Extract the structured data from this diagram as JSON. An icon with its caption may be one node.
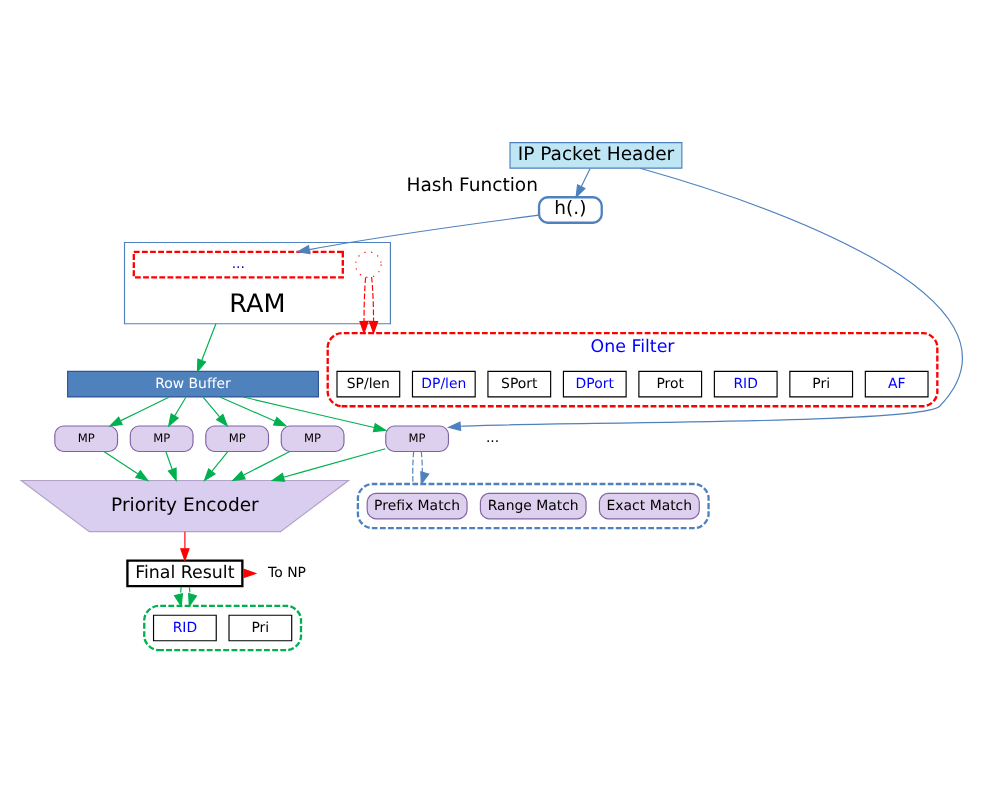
{
  "diagram": {
    "nodes": [
      {
        "text": [
          "IP Packet Header"
        ]
      },
      {
        "text": [
          "h(.)"
        ],
        "beside": [
          "Hash Function"
        ]
      },
      {
        "text": [
          "RAM"
        ]
      },
      {
        "text": [
          "..."
        ],
        "in": 2
      },
      {
        "text": [],
        "shape": "circle",
        "in": 2
      },
      {
        "text": [
          "One Filter"
        ]
      },
      {
        "text": [
          "SP/len"
        ],
        "in": 5
      },
      {
        "text": [
          "DP/len"
        ],
        "in": 5
      },
      {
        "text": [
          "SPort"
        ],
        "in": 5
      },
      {
        "text": [
          "DPort"
        ],
        "in": 5
      },
      {
        "text": [
          "Prot"
        ],
        "in": 5
      },
      {
        "text": [
          "RID"
        ],
        "in": 5
      },
      {
        "text": [
          "Pri"
        ],
        "in": 5
      },
      {
        "text": [
          "AF"
        ],
        "in": 5
      },
      {
        "text": [
          "Row Buffer"
        ]
      },
      {
        "text": [
          "MP"
        ]
      },
      {
        "text": [
          "MP"
        ]
      },
      {
        "text": [
          "MP"
        ]
      },
      {
        "text": [
          "MP"
        ]
      },
      {
        "text": [
          "MP"
        ]
      },
      {
        "text": [
          "Priority Encoder"
        ]
      },
      {
        "text": [
          "Final Result"
        ]
      },
      {
        "text": [
          "To NP"
        ]
      },
      {
        "text": [],
        "shape": "box"
      },
      {
        "text": [
          "Prefix Match"
        ],
        "in": 23
      },
      {
        "text": [
          "Range Match"
        ],
        "in": 23
      },
      {
        "text": [
          "Exact Match"
        ],
        "in": 23
      },
      {
        "text": [],
        "shape": "box"
      },
      {
        "text": [
          "RID"
        ],
        "in": 27
      },
      {
        "text": [
          "Pri"
        ],
        "in": 27
      }
    ],
    "edges": [
      {
        "from": 0,
        "to": 1,
        "arrow": "to",
        "color": "#4f81bd"
      },
      {
        "from": 1,
        "to": 3,
        "arrow": "to",
        "color": "#4f81bd"
      },
      {
        "from": 0,
        "to": 15,
        "arrow": "to",
        "color": "#4f81bd"
      },
      {
        "from": 2,
        "to": 14,
        "arrow": "to"
      },
      {
        "from": 4,
        "to": 5,
        "arrow": "to",
        "style": "dashed",
        "color": "#ff0000"
      },
      {
        "from": 4,
        "to": 5,
        "arrow": "to",
        "style": "dashed",
        "color": "#ff0000"
      },
      {
        "from": 14,
        "to": 15,
        "arrow": "to"
      },
      {
        "from": 14,
        "to": 16,
        "arrow": "to"
      },
      {
        "from": 14,
        "to": 17,
        "arrow": "to"
      },
      {
        "from": 14,
        "to": 18,
        "arrow": "to"
      },
      {
        "from": 14,
        "to": 19,
        "arrow": "to"
      },
      {
        "from": 15,
        "to": 20,
        "arrow": "to"
      },
      {
        "from": 16,
        "to": 20,
        "arrow": "to"
      },
      {
        "from": 17,
        "to": 20,
        "arrow": "to"
      },
      {
        "from": 18,
        "to": 20,
        "arrow": "to"
      },
      {
        "from": 19,
        "to": 20,
        "arrow": "to"
      },
      {
        "from": 15,
        "to": 23,
        "arrow": "none",
        "style": "dashed",
        "color": "#4f81bd"
      },
      {
        "from": 15,
        "to": 23,
        "arrow": "to",
        "style": "dashed",
        "color": "#4f81bd"
      },
      {
        "from": 20,
        "to": 21,
        "arrow": "to",
        "color": "#ff0000"
      },
      {
        "from": 21,
        "to": 22,
        "arrow": "to",
        "color": "#ff0000"
      },
      {
        "from": 21,
        "to": 27,
        "arrow": "to",
        "style": "dashed"
      },
      {
        "from": 21,
        "to": 27,
        "arrow": "to",
        "style": "dashed"
      }
    ],
    "labels": [
      "..."
    ]
  }
}
